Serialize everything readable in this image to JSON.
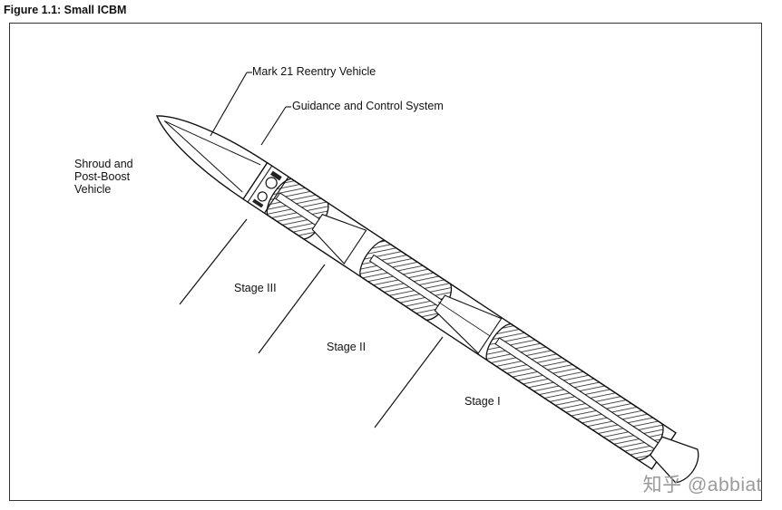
{
  "figure": {
    "title": "Figure 1.1: Small ICBM"
  },
  "labels": {
    "reentry_vehicle": "Mark 21 Reentry Vehicle",
    "guidance": "Guidance and Control System",
    "shroud_line1": "Shroud and",
    "shroud_line2": "Post-Boost",
    "shroud_line3": "Vehicle",
    "stage3": "Stage III",
    "stage2": "Stage II",
    "stage1": "Stage I"
  },
  "watermark": {
    "text": "知乎 @abbiat"
  }
}
